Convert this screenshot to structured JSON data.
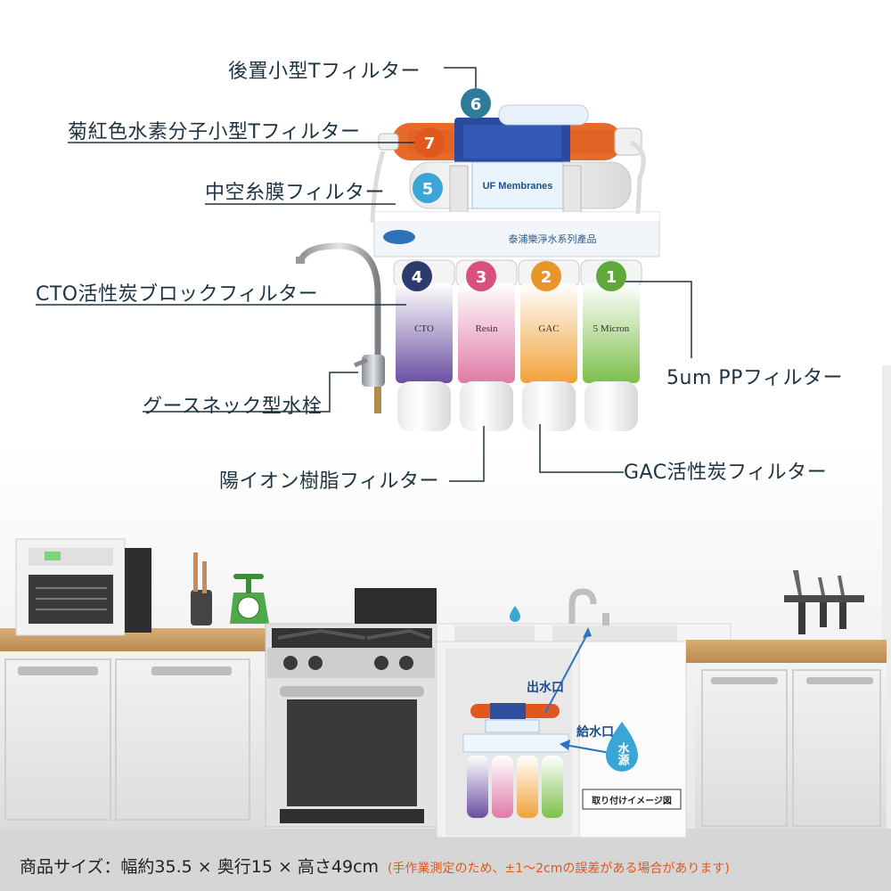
{
  "labels": {
    "l6": "後置小型Tフィルター",
    "l7": "菊紅色水素分子小型Tフィルター",
    "l5": "中空糸膜フィルター",
    "l4": "CTO活性炭ブロックフィルター",
    "faucet": "グースネック型水栓",
    "l1": "5um PPフィルター",
    "l3": "陽イオン樹脂フィルター",
    "l2": "GAC活性炭フィルター"
  },
  "badges": {
    "b1": "1",
    "b2": "2",
    "b3": "3",
    "b4": "4",
    "b5": "5",
    "b6": "6",
    "b7": "7"
  },
  "cartridges": {
    "c1": "5 Micron",
    "c2": "GAC",
    "c3": "Resin",
    "c4": "CTO",
    "uf": "UF Membranes",
    "banner": "泰浦樂淨水系列產品"
  },
  "kitchen": {
    "outlet": "出水口",
    "inlet": "給水口",
    "source": "水源",
    "caption": "取り付けイメージ図"
  },
  "footer": {
    "size": "商品サイズ：幅約35.5 × 奥行15 × 高さ49cm",
    "note": "(手作業測定のため、±1～2cmの誤差がある場合があります)"
  },
  "colors": {
    "badge1": "#5fa83a",
    "badge2": "#e8962a",
    "badge3": "#d9507a",
    "badge4": "#2d3a6e",
    "badge5": "#3aa6d8",
    "badge6": "#2f7c9a",
    "badge7": "#e0581e",
    "line": "#1e3342"
  }
}
